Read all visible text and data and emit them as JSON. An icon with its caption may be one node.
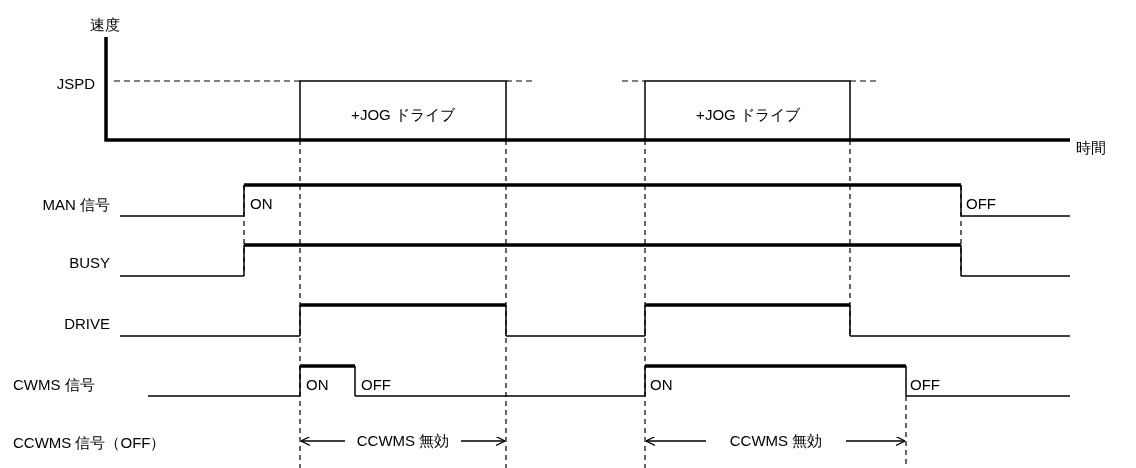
{
  "diagram": {
    "labels": [
      "速度",
      "JSPD",
      "+JOG ドライブ",
      "+JOG ドライブ",
      "時間",
      "MAN 信号",
      "ON",
      "OFF",
      "BUSY",
      "DRIVE",
      "CWMS 信号",
      "ON",
      "OFF",
      "ON",
      "OFF",
      "CCWMS 信号（OFF）",
      "CCWMS 無効",
      "CCWMS 無効"
    ]
  }
}
